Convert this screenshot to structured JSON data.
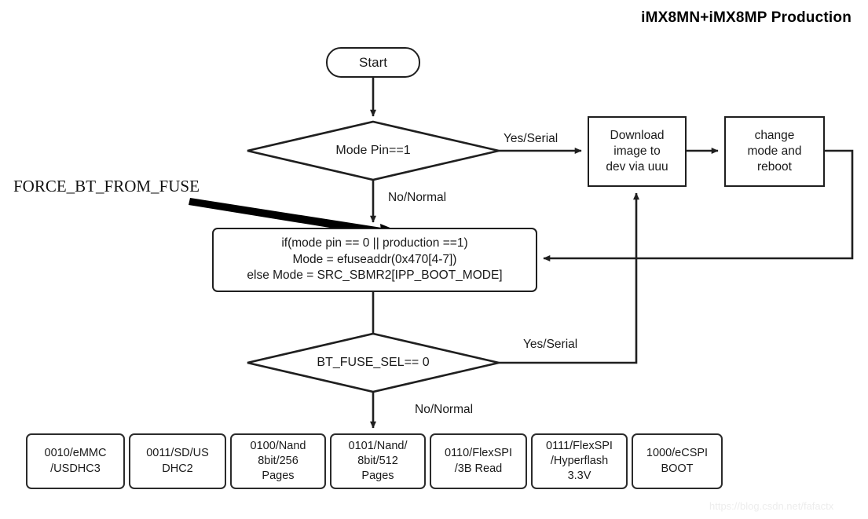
{
  "title": "iMX8MN+iMX8MP  Production",
  "annotation": {
    "label": "FORCE_BT_FROM_FUSE"
  },
  "watermark": "https://blog.csdn.net/fafactx",
  "nodes": {
    "start": {
      "label": "Start"
    },
    "decision_mode_pin": {
      "label": "Mode Pin==1"
    },
    "download": {
      "label": "Download\nimage to\ndev via uuu"
    },
    "change_mode": {
      "label": "change\nmode and\nreboot"
    },
    "process_mode": {
      "label": "if(mode pin == 0 || production ==1)\nMode = efuseaddr(0x470[4-7])\nelse Mode = SRC_SBMR2[IPP_BOOT_MODE]"
    },
    "decision_bt_fuse": {
      "label": "BT_FUSE_SEL== 0"
    }
  },
  "edge_labels": {
    "mode_pin_yes": "Yes/Serial",
    "mode_pin_no": "No/Normal",
    "bt_fuse_yes": "Yes/Serial",
    "bt_fuse_no": "No/Normal"
  },
  "boot_modes": [
    {
      "label": "0010/eMMC\n/USDHC3"
    },
    {
      "label": "0011/SD/US\nDHC2"
    },
    {
      "label": "0100/Nand\n8bit/256\nPages"
    },
    {
      "label": "0101/Nand/\n8bit/512\nPages"
    },
    {
      "label": "0110/FlexSPI\n/3B Read"
    },
    {
      "label": "0111/FlexSPI\n/Hyperflash\n3.3V"
    },
    {
      "label": "1000/eCSPI\nBOOT"
    }
  ],
  "colors": {
    "stroke": "#1f1f1f",
    "text": "#1a1a1a",
    "background": "#ffffff",
    "annotation_arrow": "#000000",
    "watermark": "#ededed"
  }
}
